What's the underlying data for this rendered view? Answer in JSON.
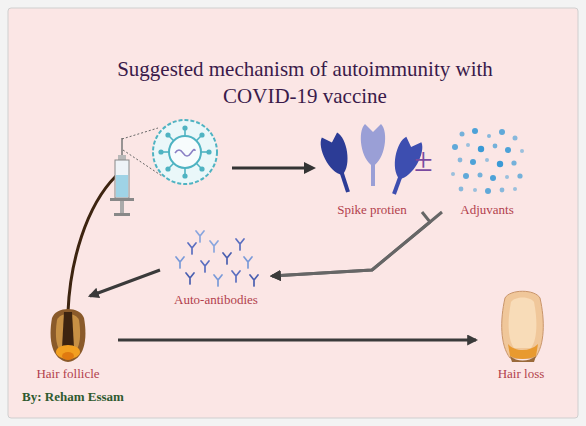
{
  "diagram": {
    "title": "Suggested mechanism of autoimmunity with COVID-19 vaccine",
    "nodes": [
      {
        "text": [
          "Spike protien"
        ]
      },
      {
        "text": [
          "Adjuvants"
        ]
      },
      {
        "text": [
          "Auto-antibodies"
        ]
      },
      {
        "text": [
          "Hair follicle"
        ]
      },
      {
        "text": [
          "Hair loss"
        ]
      }
    ],
    "edges": [
      {
        "from": 0,
        "to": 2,
        "arrow": "to"
      },
      {
        "from": 1,
        "to": 2,
        "arrow": "to"
      },
      {
        "from": 2,
        "to": 3,
        "arrow": "to"
      },
      {
        "from": 3,
        "to": 4,
        "arrow": "to"
      }
    ],
    "labels": [
      "±",
      "By: Reham Essam"
    ]
  }
}
